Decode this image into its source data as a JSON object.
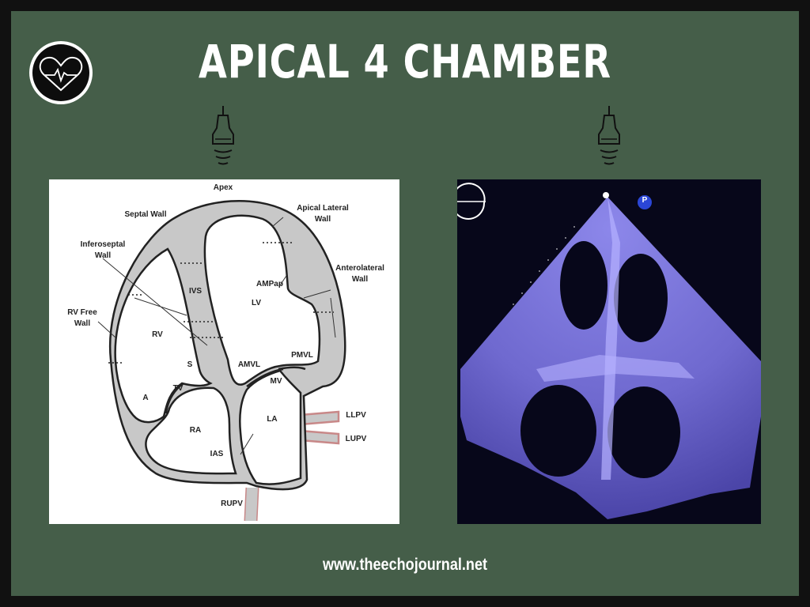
{
  "title": "APICAL 4 CHAMBER",
  "footer": "www.theechojournal.net",
  "diagram": {
    "labels": {
      "apex": "Apex",
      "septal_wall": "Septal Wall",
      "apical_lateral_wall_1": "Apical Lateral",
      "apical_lateral_wall_2": "Wall",
      "inferoseptal_wall_1": "Inferoseptal",
      "inferoseptal_wall_2": "Wall",
      "anterolateral_wall_1": "Anterolateral",
      "anterolateral_wall_2": "Wall",
      "rv_free_wall_1": "RV Free",
      "rv_free_wall_2": "Wall",
      "ampap": "AMPap",
      "ivs": "IVS",
      "lv": "LV",
      "rv": "RV",
      "s": "S",
      "amvl": "AMVL",
      "pmvl": "PMVL",
      "mv": "MV",
      "tv": "TV",
      "a": "A",
      "la": "LA",
      "ra": "RA",
      "ias": "IAS",
      "llpv": "LLPV",
      "lupv": "LUPV",
      "rupv": "RUPV"
    }
  },
  "echo": {
    "marker": "P"
  },
  "colors": {
    "background": "#455e49",
    "frame": "#111111",
    "wall_fill": "#c8c8c8",
    "vein": "#c88888",
    "echo_tissue": "#9a95f0"
  }
}
